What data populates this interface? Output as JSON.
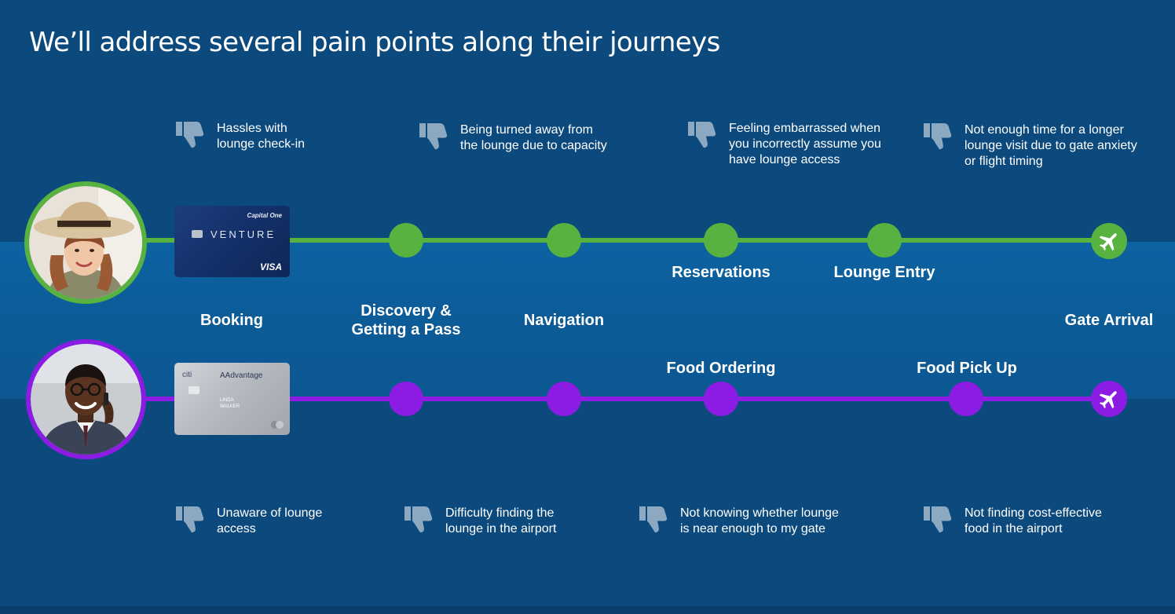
{
  "title": "We’ll address several pain points along their journeys",
  "colors": {
    "background": "#0c4a7e",
    "band": "#0d62a1",
    "green_journey": "#58b23f",
    "purple_journey": "#8c1ce4"
  },
  "pain_points_top": [
    {
      "icon": "thumbs-down-icon",
      "text": "Hassles with\nlounge check-in"
    },
    {
      "icon": "thumbs-down-icon",
      "text": "Being turned away from\nthe lounge due to capacity"
    },
    {
      "icon": "thumbs-down-icon",
      "text": "Feeling embarrassed when\nyou incorrectly assume you\nhave lounge access"
    },
    {
      "icon": "thumbs-down-icon",
      "text": "Not enough time for a longer\nlounge visit due to gate anxiety\nor flight timing"
    }
  ],
  "pain_points_bottom": [
    {
      "icon": "thumbs-down-icon",
      "text": "Unaware of lounge\naccess"
    },
    {
      "icon": "thumbs-down-icon",
      "text": "Difficulty finding the\nlounge in the airport"
    },
    {
      "icon": "thumbs-down-icon",
      "text": "Not knowing whether lounge\nis near enough to my gate"
    },
    {
      "icon": "thumbs-down-icon",
      "text": "Not finding cost-effective\nfood in the airport"
    }
  ],
  "stages_shared": [
    "Booking",
    "Discovery &\nGetting a Pass",
    "Navigation",
    "Gate Arrival"
  ],
  "stages_green": [
    "Reservations",
    "Lounge Entry"
  ],
  "stages_purple": [
    "Food Ordering",
    "Food Pick Up"
  ],
  "end_icon": "airplane-icon",
  "cards": {
    "venture": {
      "brand": "Capital One",
      "name": "VENTURE",
      "network": "VISA"
    },
    "aadvantage": {
      "bank": "citi",
      "program": "AAdvantage",
      "holder": "LINDA\nWALKER",
      "network": "mastercard"
    }
  }
}
